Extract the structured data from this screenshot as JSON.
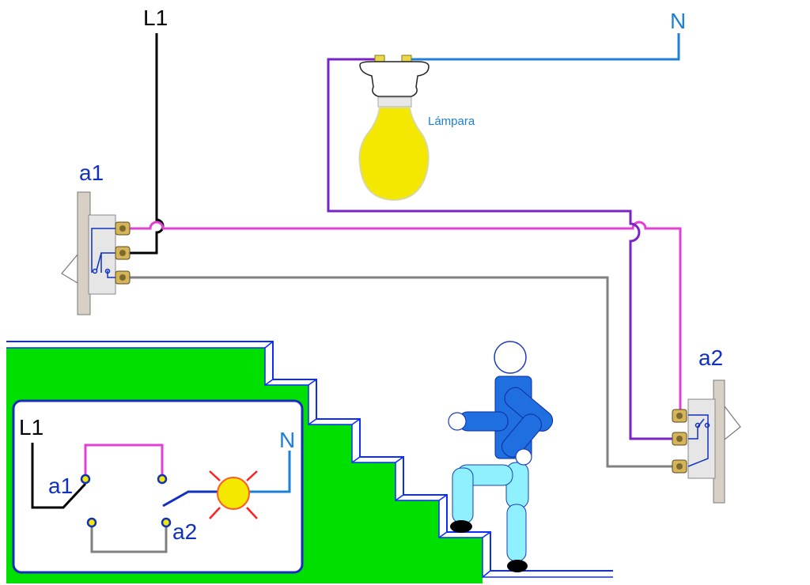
{
  "labels": {
    "phase": "L1",
    "neutral": "N",
    "switch1": "a1",
    "switch2": "a2",
    "lamp": "Lámpara"
  },
  "inset": {
    "phase": "L1",
    "neutral": "N",
    "switch1": "a1",
    "switch2": "a2"
  },
  "colors": {
    "phase_wire": "#000000",
    "neutral_wire": "#1e7fd6",
    "traveler_magenta": "#e23fd4",
    "traveler_gray": "#808080",
    "return_purple": "#7a22c9",
    "label_blue": "#1030c0",
    "stairs_green": "#00e000",
    "lamp_yellow": "#f5e800",
    "figure_blue": "#1f6fe0",
    "figure_cyan": "#8ff0ff"
  }
}
